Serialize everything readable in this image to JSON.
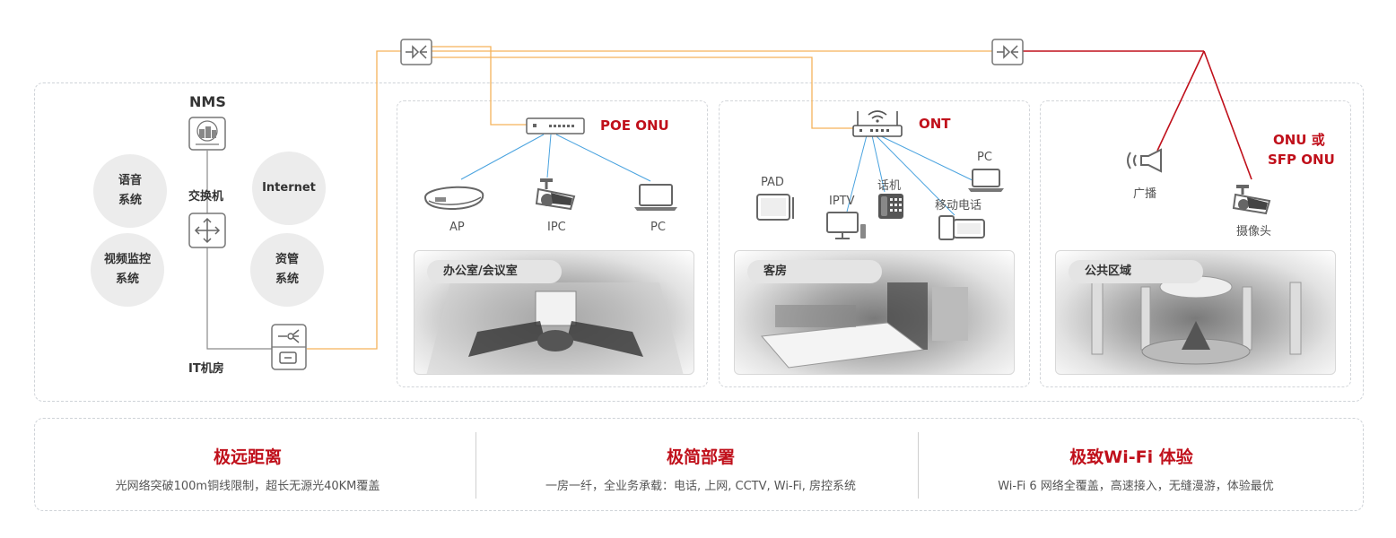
{
  "it_room": {
    "nms_label": "NMS",
    "switch_label": "交换机",
    "it_label": "IT机房",
    "circles": [
      "语音\n系统",
      "Internet",
      "视频监控\n系统",
      "资管\n系统"
    ]
  },
  "office": {
    "device_label": "POE ONU",
    "endpoints": [
      "AP",
      "IPC",
      "PC"
    ],
    "scene_tag": "办公室/会议室"
  },
  "guest": {
    "device_label": "ONT",
    "endpoints": [
      "PAD",
      "IPTV",
      "话机",
      "PC",
      "移动电话"
    ],
    "scene_tag": "客房"
  },
  "public": {
    "device_label_line1": "ONU 或",
    "device_label_line2": "SFP ONU",
    "endpoints": [
      "广播",
      "摄像头"
    ],
    "scene_tag": "公共区域"
  },
  "features": [
    {
      "title": "极远距离",
      "desc": "光网络突破100m铜线限制，超长无源光40KM覆盖"
    },
    {
      "title": "极简部署",
      "desc": "一房一纤，全业务承载：电话, 上网, CCTV, Wi-Fi, 房控系统"
    },
    {
      "title": "极致Wi-Fi 体验",
      "desc": "Wi-Fi 6 网络全覆盖，高速接入，无缝漫游，体验最优"
    }
  ],
  "colors": {
    "accent": "#c0101b",
    "fiber": "#f5b25a",
    "copper": "#4aa3df"
  }
}
